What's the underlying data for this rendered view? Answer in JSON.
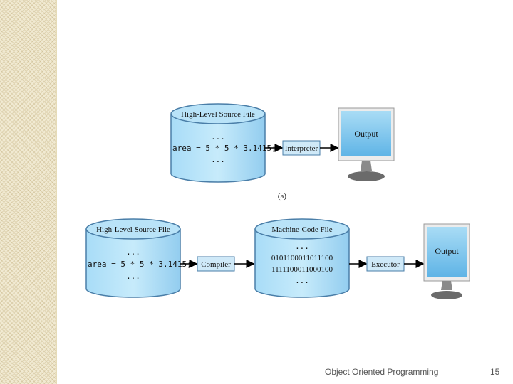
{
  "slide": {
    "footer_title": "Object Oriented Programming",
    "page_number": "15"
  },
  "diagram_a": {
    "caption": "(a)",
    "source": {
      "title": "High-Level Source File",
      "line1": "...",
      "line2": "area = 5 * 5 * 3.1415;",
      "line3": "..."
    },
    "process": "Interpreter",
    "output": "Output"
  },
  "diagram_b": {
    "source": {
      "title": "High-Level Source File",
      "line1": "...",
      "line2": "area = 5 * 5 * 3.1415;",
      "line3": "..."
    },
    "compiler": "Compiler",
    "machine": {
      "title": "Machine-Code File",
      "line1": "...",
      "line2": "0101100011011100",
      "line3": "1111100011000100",
      "line4": "..."
    },
    "executor": "Executor",
    "output": "Output"
  },
  "colors": {
    "cylinder_fill": "#9fd6f4",
    "cylinder_stroke": "#4a7ea8",
    "monitor_screen": "#7cc6ee",
    "box_fill": "#cfe9f8"
  }
}
